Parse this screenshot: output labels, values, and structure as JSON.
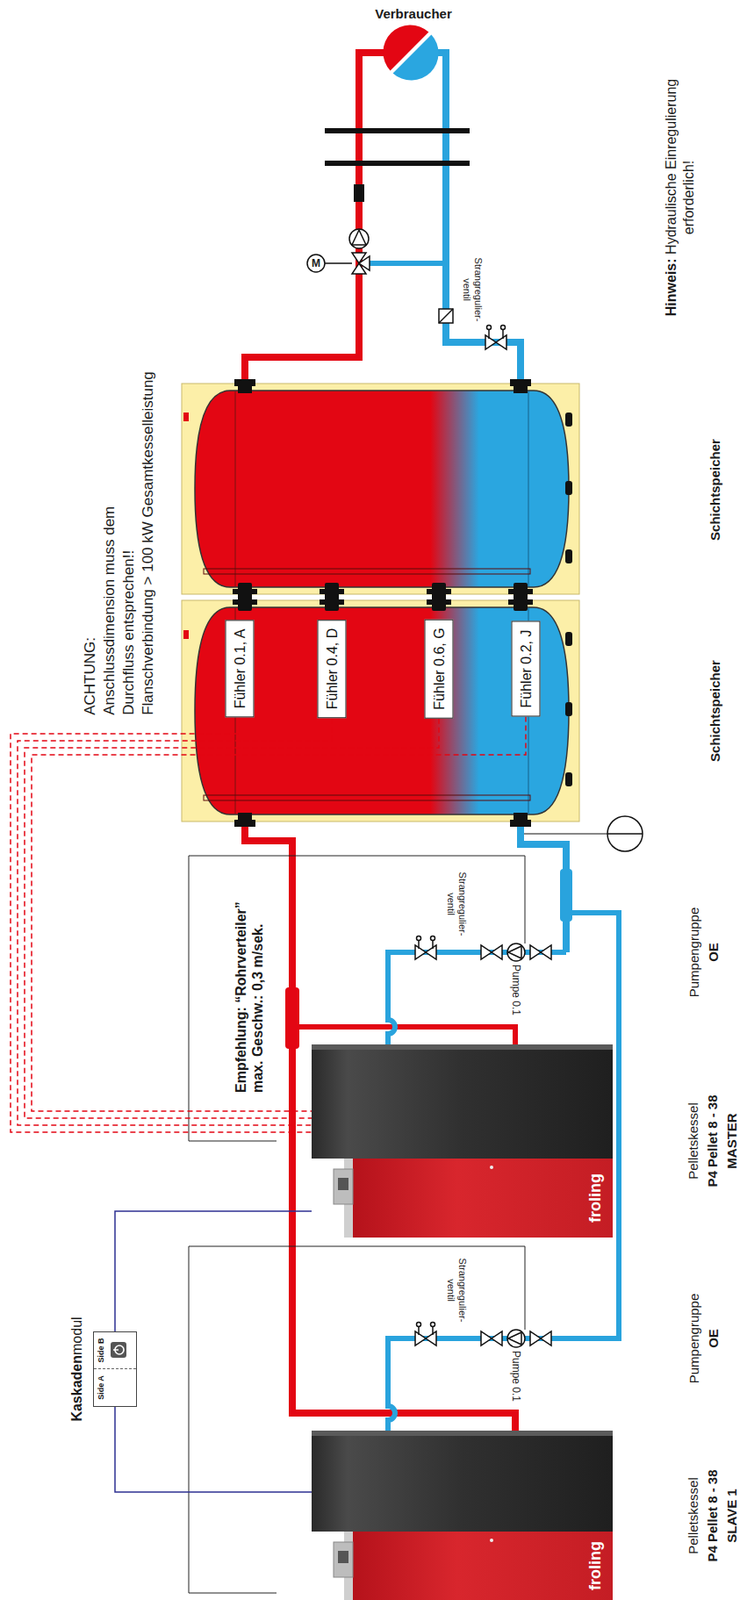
{
  "diagram": {
    "nodes": [
      {
        "text": [
          "Fühler 0.1, A"
        ]
      },
      {
        "text": [
          "Fühler 0.4, D"
        ]
      },
      {
        "text": [
          "Fühler 0.6, G"
        ]
      },
      {
        "text": [
          "Fühler 0.2, J"
        ]
      },
      {
        "text": [
          "froling"
        ]
      },
      {
        "text": [
          "Side A",
          "Side B"
        ]
      },
      {
        "text": [
          "froling"
        ]
      }
    ],
    "edges": [
      {
        "from": 0,
        "to": 4,
        "arrow": "none"
      },
      {
        "from": 1,
        "to": 4,
        "arrow": "none"
      },
      {
        "from": 2,
        "to": 4,
        "arrow": "none"
      },
      {
        "from": 3,
        "to": 4,
        "arrow": "none"
      },
      {
        "from": 5,
        "to": 4,
        "arrow": "none"
      },
      {
        "from": 5,
        "to": 6,
        "arrow": "none"
      }
    ],
    "labels": [
      "Verbraucher",
      "Hinweis:",
      "Hydraulische Einregulierung erforderlich!",
      "Strangregulier- ventil",
      "M",
      "ACHTUNG:",
      "Anschlussdimension muss dem Durchfluss entsprechen!!",
      "Flanschverbindung > 100 kW Gesamtkesselleistung",
      "Schichtspeicher",
      "Schichtspeicher",
      "Empfehlung: “Rohrverteiler” max. Geschw.: 0,3 m/sek.",
      "Strangregulier- ventil",
      "Pumpe 0.1",
      "Pumpengruppe",
      "OE",
      "Pelletskessel",
      "P4 Pellet 8 - 38",
      "MASTER",
      "Kaskaden",
      "modul",
      "Strangregulier- ventil",
      "Pumpe 0.1",
      "Pumpengruppe",
      "OE",
      "Pelletskessel",
      "P4 Pellet 8 - 38",
      "SLAVE 1"
    ]
  }
}
